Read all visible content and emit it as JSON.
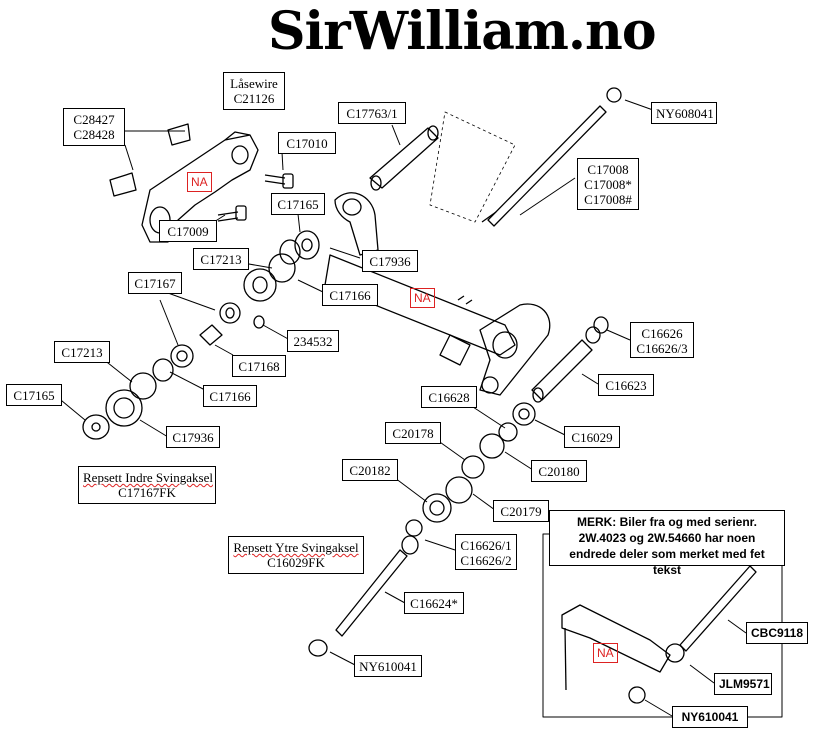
{
  "brand": "SirWilliam.no",
  "labels": {
    "lasewire": [
      "Låsewire",
      "C21126"
    ],
    "c28427": [
      "C28427",
      "C28428"
    ],
    "c17010": "C17010",
    "c17763": "C17763/1",
    "ny608041": "NY608041",
    "c17008": [
      "C17008",
      "C17008*",
      "C17008#"
    ],
    "c17009": "C17009",
    "c17165a": "C17165",
    "c17213a": "C17213",
    "c17936a": "C17936",
    "c17166a": "C17166",
    "c17167": "C17167",
    "n234532": "234532",
    "c17168": "C17168",
    "c17213b": "C17213",
    "c17166b": "C17166",
    "c17165b": "C17165",
    "c17936b": "C17936",
    "c16626": [
      "C16626",
      "C16626/3"
    ],
    "c16623": "C16623",
    "c16628": "C16628",
    "c16029": "C16029",
    "c20178": "C20178",
    "c20180": "C20180",
    "c20182": "C20182",
    "c20179": "C20179",
    "c16626_1": [
      "C16626/1",
      "C16626/2"
    ],
    "c16624": "C16624*",
    "ny610041a": "NY610041",
    "repsett_indre": [
      "Repsett Indre Svingaksel",
      "C17167FK"
    ],
    "repsett_ytre": [
      "Repsett Ytre Svingaksel",
      "C16029FK"
    ],
    "cbc9118": "CBC9118",
    "jlm9571": "JLM9571",
    "ny610041b": "NY610041"
  },
  "na_marks": [
    "NA",
    "NA",
    "NA"
  ],
  "note": "MERK: Biler fra og med serienr. 2W.4023 og 2W.54660 har noen endrede deler som merket med fet tekst",
  "colors": {
    "na": "#dd2222",
    "line": "#000000"
  }
}
